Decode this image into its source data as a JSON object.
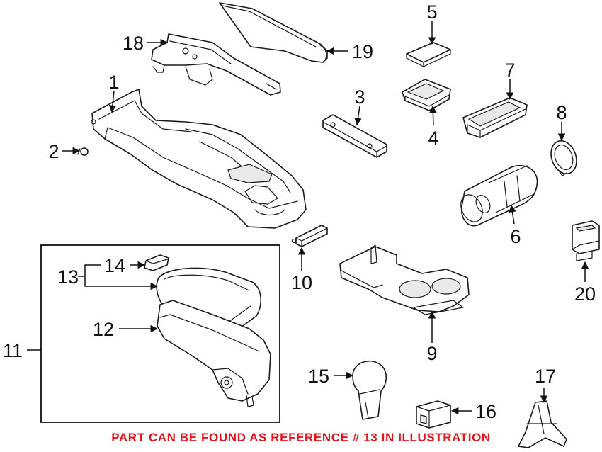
{
  "diagram": {
    "callouts": [
      {
        "id": "1",
        "label": "1"
      },
      {
        "id": "2",
        "label": "2"
      },
      {
        "id": "3",
        "label": "3"
      },
      {
        "id": "4",
        "label": "4"
      },
      {
        "id": "5",
        "label": "5"
      },
      {
        "id": "6",
        "label": "6"
      },
      {
        "id": "7",
        "label": "7"
      },
      {
        "id": "8",
        "label": "8"
      },
      {
        "id": "9",
        "label": "9"
      },
      {
        "id": "10",
        "label": "10"
      },
      {
        "id": "11",
        "label": "11"
      },
      {
        "id": "12",
        "label": "12"
      },
      {
        "id": "13",
        "label": "13"
      },
      {
        "id": "14",
        "label": "14"
      },
      {
        "id": "15",
        "label": "15"
      },
      {
        "id": "16",
        "label": "16"
      },
      {
        "id": "17",
        "label": "17"
      },
      {
        "id": "18",
        "label": "18"
      },
      {
        "id": "19",
        "label": "19"
      },
      {
        "id": "20",
        "label": "20"
      }
    ],
    "note": {
      "text": "PART CAN BE FOUND AS REFERENCE # 13 IN ILLUSTRATION",
      "color": "#e0141e"
    }
  }
}
